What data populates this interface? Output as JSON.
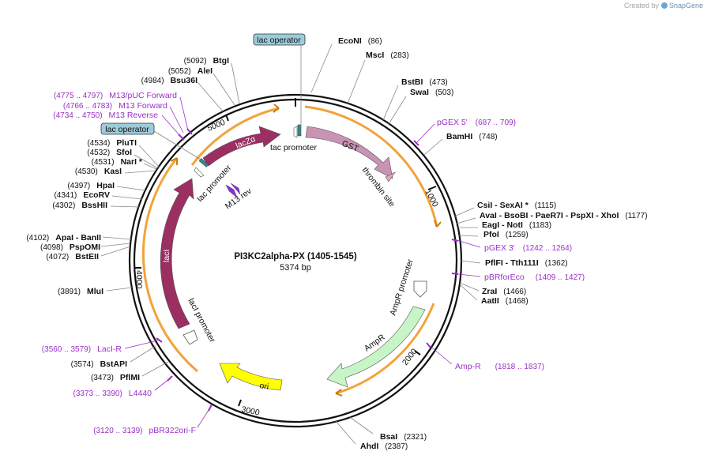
{
  "watermark": {
    "prefix": "Created by",
    "brand": "SnapGene"
  },
  "plasmid": {
    "name": "PI3KC2alpha-PX (1405-1545)",
    "length": "5374 bp"
  },
  "ticks": [
    "1000",
    "2000",
    "3000",
    "4000",
    "5000"
  ],
  "operators": [
    "lac operator",
    "lac operator"
  ],
  "features": {
    "lacZa": "lacZα",
    "gst": "GST",
    "thrombin": "thrombin site",
    "tac": "tac promoter",
    "lac_promoter": "lac promoter",
    "m13rev": "M13 rev",
    "ampr": "AmpR",
    "ampr_promoter": "AmpR promoter",
    "ori": "ori",
    "laci": "lacI",
    "laci_promoter": "lacI promoter"
  },
  "sites_right": [
    {
      "name": "EcoNI",
      "pos": "(86)"
    },
    {
      "name": "MscI",
      "pos": "(283)"
    },
    {
      "name": "BstBI",
      "pos": "(473)"
    },
    {
      "name": "SwaI",
      "pos": "(503)"
    },
    {
      "name": "BamHI",
      "pos": "(748)"
    },
    {
      "name": "CsiI  - SexAI *",
      "pos": "(1115)"
    },
    {
      "name": "AvaI  - BsoBI  - PaeR7I  - PspXI  - XhoI",
      "pos": "(1177)"
    },
    {
      "name": "EagI  - NotI",
      "pos": "(1183)"
    },
    {
      "name": "PfoI",
      "pos": "(1259)"
    },
    {
      "name": "PflFI  - Tth111I",
      "pos": "(1362)"
    },
    {
      "name": "ZraI",
      "pos": "(1466)"
    },
    {
      "name": "AatII",
      "pos": "(1468)"
    },
    {
      "name": "BsaI",
      "pos": "(2321)"
    },
    {
      "name": "AhdI",
      "pos": "(2387)"
    }
  ],
  "sites_left": [
    {
      "name": "BtgI",
      "pos": "(5092)"
    },
    {
      "name": "AleI",
      "pos": "(5052)"
    },
    {
      "name": "Bsu36I",
      "pos": "(4984)"
    },
    {
      "name": "PluTI",
      "pos": "(4534)"
    },
    {
      "name": "SfoI",
      "pos": "(4532)"
    },
    {
      "name": "NarI *",
      "pos": "(4531)"
    },
    {
      "name": "KasI",
      "pos": "(4530)"
    },
    {
      "name": "HpaI",
      "pos": "(4397)"
    },
    {
      "name": "EcoRV",
      "pos": "(4341)"
    },
    {
      "name": "BssHII",
      "pos": "(4302)"
    },
    {
      "name": "ApaI  - BanII",
      "pos": "(4102)"
    },
    {
      "name": "PspOMI",
      "pos": "(4098)"
    },
    {
      "name": "BstEII",
      "pos": "(4072)"
    },
    {
      "name": "MluI",
      "pos": "(3891)"
    },
    {
      "name": "BstAPI",
      "pos": "(3574)"
    },
    {
      "name": "PflMI",
      "pos": "(3473)"
    }
  ],
  "primers": [
    {
      "name": "pGEX 5'",
      "pos": "(687 .. 709)"
    },
    {
      "name": "pGEX 3'",
      "pos": "(1242 .. 1264)"
    },
    {
      "name": "pBRforEco",
      "pos": "(1409 .. 1427)"
    },
    {
      "name": "Amp-R",
      "pos": "(1818 .. 1837)"
    },
    {
      "name": "pBR322ori-F",
      "pos": "(3120 .. 3139)"
    },
    {
      "name": "L4440",
      "pos": "(3373 .. 3390)"
    },
    {
      "name": "LacI-R",
      "pos": "(3560 .. 3579)"
    },
    {
      "name": "M13/pUC Forward",
      "pos": "(4775 .. 4797)"
    },
    {
      "name": "M13 Forward",
      "pos": "(4766 .. 4783)"
    },
    {
      "name": "M13 Reverse",
      "pos": "(4734 .. 4750)"
    }
  ],
  "colors": {
    "lacZa": "#9b2f62",
    "laci": "#9b2f62",
    "gst": "#c994b4",
    "ampr": "#c8f5c8",
    "ori": "#ffff00",
    "orf_arc": "#f2a33a",
    "primer": "#9b30c8",
    "operator": "#9ccbd9",
    "promoter": "#ffffff"
  }
}
